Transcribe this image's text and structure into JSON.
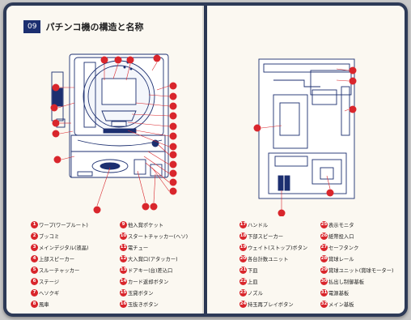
{
  "header": {
    "section_number": "09",
    "title": "パチンコ機の構造と名称"
  },
  "accent_color": "#d9262c",
  "header_color": "#1c2f70",
  "legend_columns": [
    [
      {
        "n": "1",
        "label": "ワープ(ワープルート)"
      },
      {
        "n": "2",
        "label": "ブッコミ"
      },
      {
        "n": "3",
        "label": "メインデジタル(液晶)"
      },
      {
        "n": "4",
        "label": "上部スピーカー"
      },
      {
        "n": "5",
        "label": "スルーチャッカー"
      },
      {
        "n": "6",
        "label": "ステージ"
      },
      {
        "n": "7",
        "label": "ヘソクギ"
      },
      {
        "n": "8",
        "label": "風車"
      }
    ],
    [
      {
        "n": "9",
        "label": "他入賞ポケット"
      },
      {
        "n": "10",
        "label": "スタートチャッカー(ヘソ)"
      },
      {
        "n": "11",
        "label": "電チュー"
      },
      {
        "n": "12",
        "label": "大入賞口(アタッカー)"
      },
      {
        "n": "13",
        "label": "ドアキー(台)差込口"
      },
      {
        "n": "14",
        "label": "カード返却ボタン"
      },
      {
        "n": "15",
        "label": "玉貸ボタン"
      },
      {
        "n": "16",
        "label": "玉抜きボタン"
      }
    ],
    [
      {
        "n": "17",
        "label": "ハンドル"
      },
      {
        "n": "18",
        "label": "下部スピーカー"
      },
      {
        "n": "19",
        "label": "ウェイト(ストップ)ボタン"
      },
      {
        "n": "20",
        "label": "各台計数ユニット"
      },
      {
        "n": "21",
        "label": "下皿"
      },
      {
        "n": "22",
        "label": "上皿"
      },
      {
        "n": "23",
        "label": "ノズル"
      },
      {
        "n": "24",
        "label": "持玉再プレイボタン"
      }
    ],
    [
      {
        "n": "25",
        "label": "表示モニタ"
      },
      {
        "n": "26",
        "label": "紙幣投入口"
      },
      {
        "n": "27",
        "label": "セーフタンク"
      },
      {
        "n": "28",
        "label": "賞球レール"
      },
      {
        "n": "29",
        "label": "賞球ユニット(賞球モーター)"
      },
      {
        "n": "30",
        "label": "払出し制御基板"
      },
      {
        "n": "31",
        "label": "電源基板"
      },
      {
        "n": "32",
        "label": "メイン基板"
      }
    ]
  ]
}
